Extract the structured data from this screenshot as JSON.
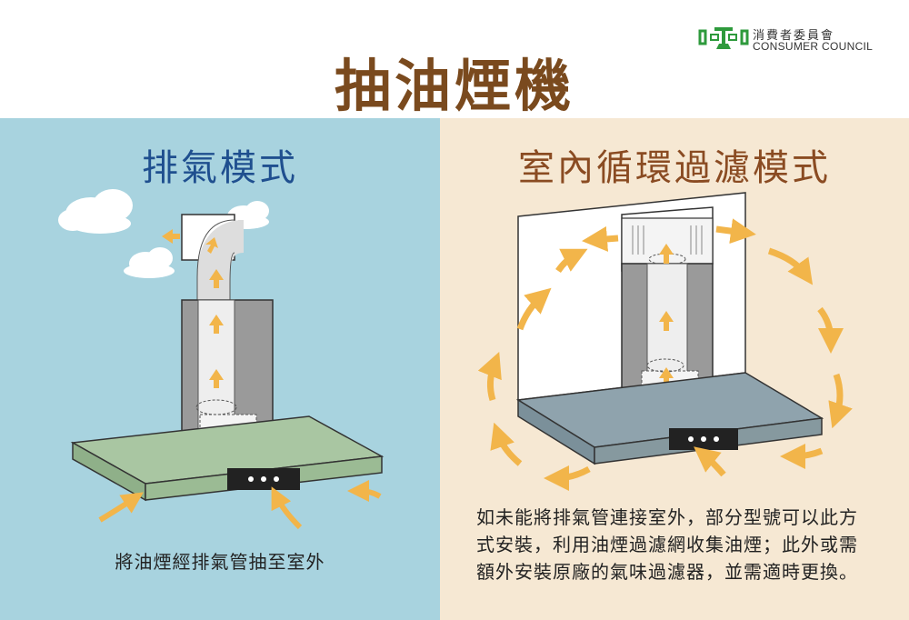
{
  "header": {
    "title": "抽油煙機",
    "logo": {
      "name_zh": "消費者委員會",
      "name_en": "CONSUMER COUNCIL"
    }
  },
  "left_panel": {
    "title": "排氣模式",
    "caption": "將油煙經排氣管抽至室外"
  },
  "right_panel": {
    "title": "室內循環過濾模式",
    "caption": "如未能將排氣管連接室外，部分型號可以此方式安裝，利用油煙過濾網收集油煙；此外或需額外安裝原廠的氣味過濾器，並需適時更換。"
  },
  "colors": {
    "title_brown": "#7a4a1e",
    "panel_title_blue": "#1f4f8f",
    "panel_title_brown": "#8a4b22",
    "left_bg": "#a8d3df",
    "right_bg": "#f6e8d3",
    "hood_green": "#a9c6a2",
    "hood_grey_blue": "#8fa3ad",
    "chimney_grey": "#9a9a9a",
    "arrow_orange": "#f2b54a",
    "logo_green": "#2e9a3c"
  },
  "icons": [
    "cloud-icon",
    "arrow-icon",
    "fan-icon",
    "logo-icon"
  ]
}
